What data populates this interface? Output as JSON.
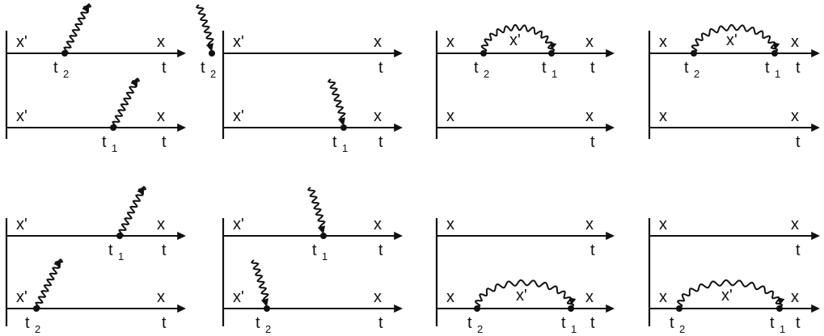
{
  "diagram": {
    "panels": [
      {
        "id": "r1c1",
        "lines": [
          {
            "label_left": "x'",
            "label_right": "x",
            "axis": "t",
            "vertex": {
              "name": "t",
              "sub": "2"
            },
            "photon": "emit"
          },
          {
            "label_left": "x'",
            "label_right": "x",
            "axis": "t",
            "vertex": {
              "name": "t",
              "sub": "1"
            },
            "photon": "emit"
          }
        ]
      },
      {
        "id": "r1c2",
        "lines": [
          {
            "label_left": "x'",
            "label_right": "x",
            "axis": "t",
            "vertex": {
              "name": "t",
              "sub": "2"
            },
            "photon": "absorb"
          },
          {
            "label_left": "x'",
            "label_right": "x",
            "axis": "t",
            "vertex": {
              "name": "t",
              "sub": "1"
            },
            "photon": "absorb"
          }
        ]
      },
      {
        "id": "r1c3",
        "lines": [
          {
            "label_left": "x",
            "label_right": "x",
            "axis": "t",
            "loop": {
              "start": {
                "name": "t",
                "sub": "2"
              },
              "end": {
                "name": "t",
                "sub": "1"
              },
              "middle": "x'"
            }
          },
          {
            "label_left": "x",
            "label_right": "x",
            "axis": "t"
          }
        ]
      },
      {
        "id": "r1c4",
        "lines": [
          {
            "label_left": "x",
            "label_right": "x",
            "axis": "t",
            "loop": {
              "start": {
                "name": "t",
                "sub": "2"
              },
              "end": {
                "name": "t",
                "sub": "1"
              },
              "middle": "x'"
            }
          },
          {
            "label_left": "x",
            "label_right": "x",
            "axis": "t"
          }
        ]
      },
      {
        "id": "r2c1",
        "lines": [
          {
            "label_left": "x'",
            "label_right": "x",
            "axis": "t",
            "vertex": {
              "name": "t",
              "sub": "1"
            },
            "photon": "emit"
          },
          {
            "label_left": "x'",
            "label_right": "x",
            "axis": "t",
            "vertex": {
              "name": "t",
              "sub": "2"
            },
            "photon": "emit"
          }
        ]
      },
      {
        "id": "r2c2",
        "lines": [
          {
            "label_left": "x'",
            "label_right": "x",
            "axis": "t",
            "vertex": {
              "name": "t",
              "sub": "1"
            },
            "photon": "absorb"
          },
          {
            "label_left": "x'",
            "label_right": "x",
            "axis": "t",
            "vertex": {
              "name": "t",
              "sub": "2"
            },
            "photon": "absorb"
          }
        ]
      },
      {
        "id": "r2c3",
        "lines": [
          {
            "label_left": "x",
            "label_right": "x",
            "axis": "t"
          },
          {
            "label_left": "x",
            "label_right": "x",
            "axis": "t",
            "loop": {
              "start": {
                "name": "t",
                "sub": "2"
              },
              "end": {
                "name": "t",
                "sub": "1"
              },
              "middle": "x'"
            }
          }
        ]
      },
      {
        "id": "r2c4",
        "lines": [
          {
            "label_left": "x",
            "label_right": "x",
            "axis": "t"
          },
          {
            "label_left": "x",
            "label_right": "x",
            "axis": "t",
            "loop": {
              "start": {
                "name": "t",
                "sub": "2"
              },
              "end": {
                "name": "t",
                "sub": "1"
              },
              "middle": "x'"
            }
          }
        ]
      }
    ]
  }
}
